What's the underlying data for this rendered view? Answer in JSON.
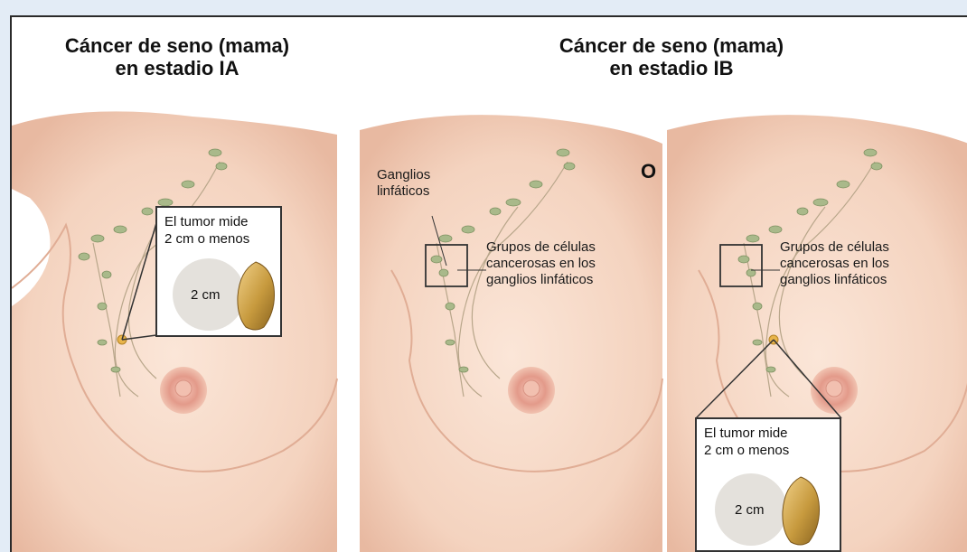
{
  "panels": [
    {
      "title_line1": "Cáncer de seno (mama)",
      "title_line2": "en estadio IA"
    },
    {
      "title_line1": "Cáncer de seno (mama)",
      "title_line2": "en estadio IB"
    }
  ],
  "labels": {
    "tumor_line1": "El tumor mide",
    "tumor_line2": "2 cm o menos",
    "size": "2 cm",
    "ganglios_line1": "Ganglios",
    "ganglios_line2": "linfáticos",
    "grupos_line1": "Grupos de células",
    "grupos_line2": "cancerosas en los",
    "grupos_line3": "ganglios linfáticos",
    "or": "O"
  },
  "colors": {
    "background": "#e3ecf6",
    "skin": "#f6d9c6",
    "skin_shadow": "#e8bba3",
    "node": "#a9b98a",
    "tumor": "#c79a3e"
  }
}
